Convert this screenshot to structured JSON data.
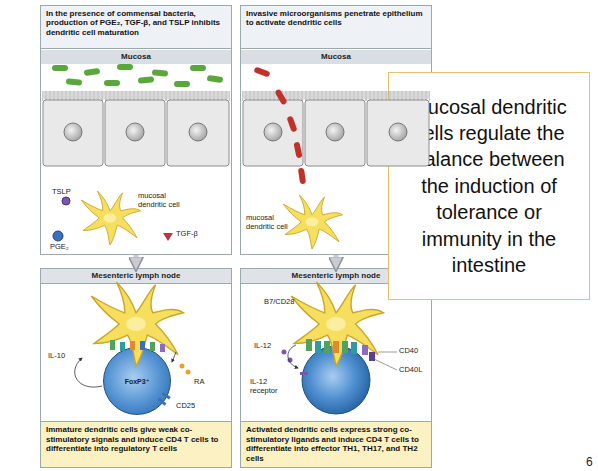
{
  "diagram": {
    "nodes": [
      {
        "text": [
          "In the presence of commensal bacteria, production of PGE₂, TGF-β, and TSLP inhibits dendritic cell maturation"
        ]
      },
      {
        "text": [
          "Mucosa"
        ],
        "in": 0
      },
      {
        "text": [
          "Invasive microorganisms penetrate epithelium to activate dendritic cells"
        ]
      },
      {
        "text": [
          "Mucosa"
        ],
        "in": 2
      },
      {
        "text": [
          "Mesenteric lymph node"
        ]
      },
      {
        "text": [
          "FoxP3⁺"
        ],
        "in": 4
      },
      {
        "text": [
          "Immature dendritic cells give weak co-stimulatory signals and induce CD4 T cells to differentiate into regulatory T cells"
        ],
        "in": 4
      },
      {
        "text": [
          "Mesenteric lymph node"
        ]
      },
      {
        "text": [
          "Activated dendritic cells express strong co-stimulatory ligands and induce CD4 T cells to differentiate into effector TH1, TH17, and TH2 cells"
        ],
        "in": 7
      },
      {
        "text": [
          "Mucosal dendritic cells regulate the balance between the induction of tolerance or immunity in the intestine"
        ]
      }
    ],
    "edges": [
      {
        "from": 0,
        "to": 4,
        "arrow": "to"
      },
      {
        "from": 2,
        "to": 7,
        "arrow": "to"
      }
    ],
    "labels": [
      "TSLP",
      "PGE₂",
      "TGF-β",
      "mucosal dendritic cell",
      "mucosal dendritic cell",
      "IL-10",
      "RA",
      "CD25",
      "B7/CD28",
      "IL-12",
      "IL-12 receptor",
      "CD40",
      "CD40L",
      "6"
    ]
  }
}
